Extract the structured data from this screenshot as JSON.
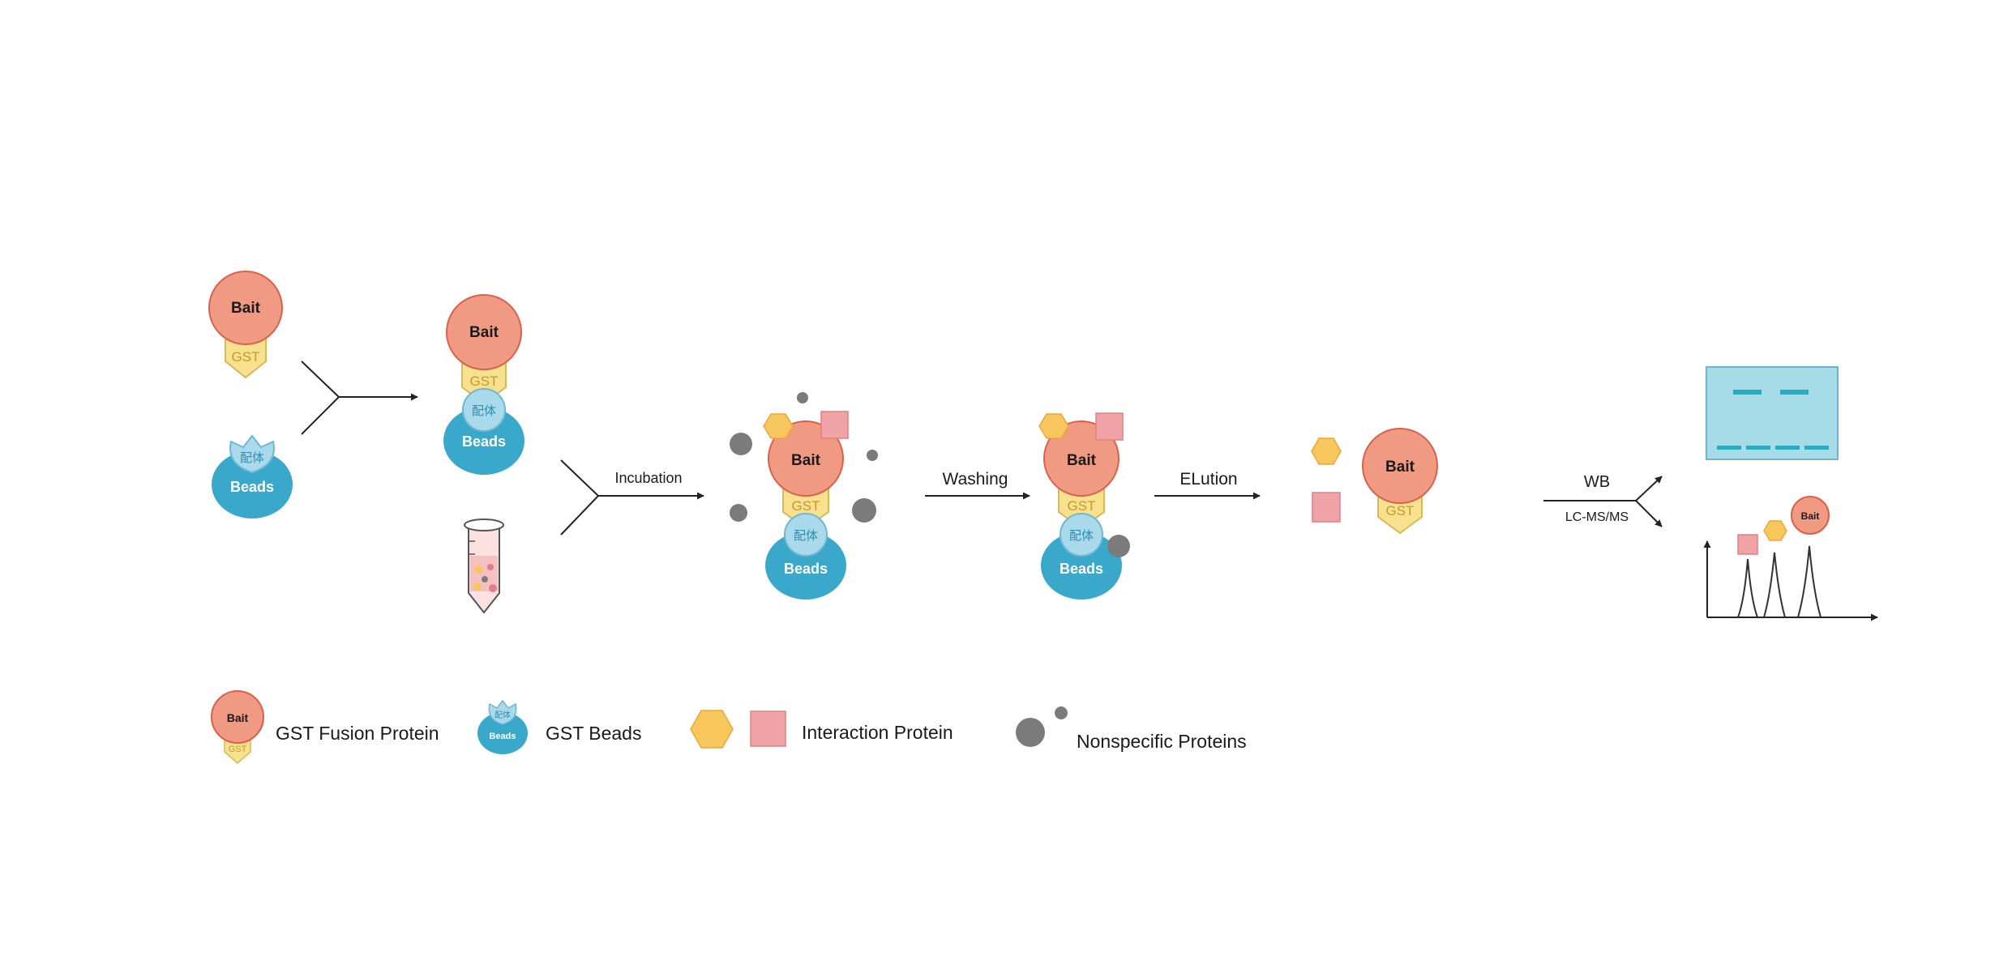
{
  "labels": {
    "bait": "Bait",
    "gst": "GST",
    "ligand": "配体",
    "beads": "Beads"
  },
  "steps": {
    "incubation": "Incubation",
    "washing": "Washing",
    "elution": "ELution",
    "wb": "WB",
    "lcms": "LC-MS/MS"
  },
  "legend": {
    "fusion_protein": "GST Fusion Protein",
    "gst_beads": "GST Beads",
    "interaction_protein": "Interaction Protein",
    "nonspecific": "Nonspecific Proteins"
  },
  "colors": {
    "bait_fill": "#f09a84",
    "bait_stroke": "#d9604a",
    "gst_fill": "#f7e08e",
    "gst_stroke": "#d9b85a",
    "gst_text": "#c69a2a",
    "ligand_fill": "#a9d9ea",
    "ligand_stroke": "#6db8d2",
    "ligand_text": "#2f8db0",
    "beads_fill": "#3aa8cb",
    "hexagon_fill": "#f7c65c",
    "square_fill": "#f0a3a6",
    "nonspecific_fill": "#7b7b7b",
    "gel_fill": "#a6dce7",
    "gel_band": "#2eaabf",
    "arrow": "#222222"
  }
}
